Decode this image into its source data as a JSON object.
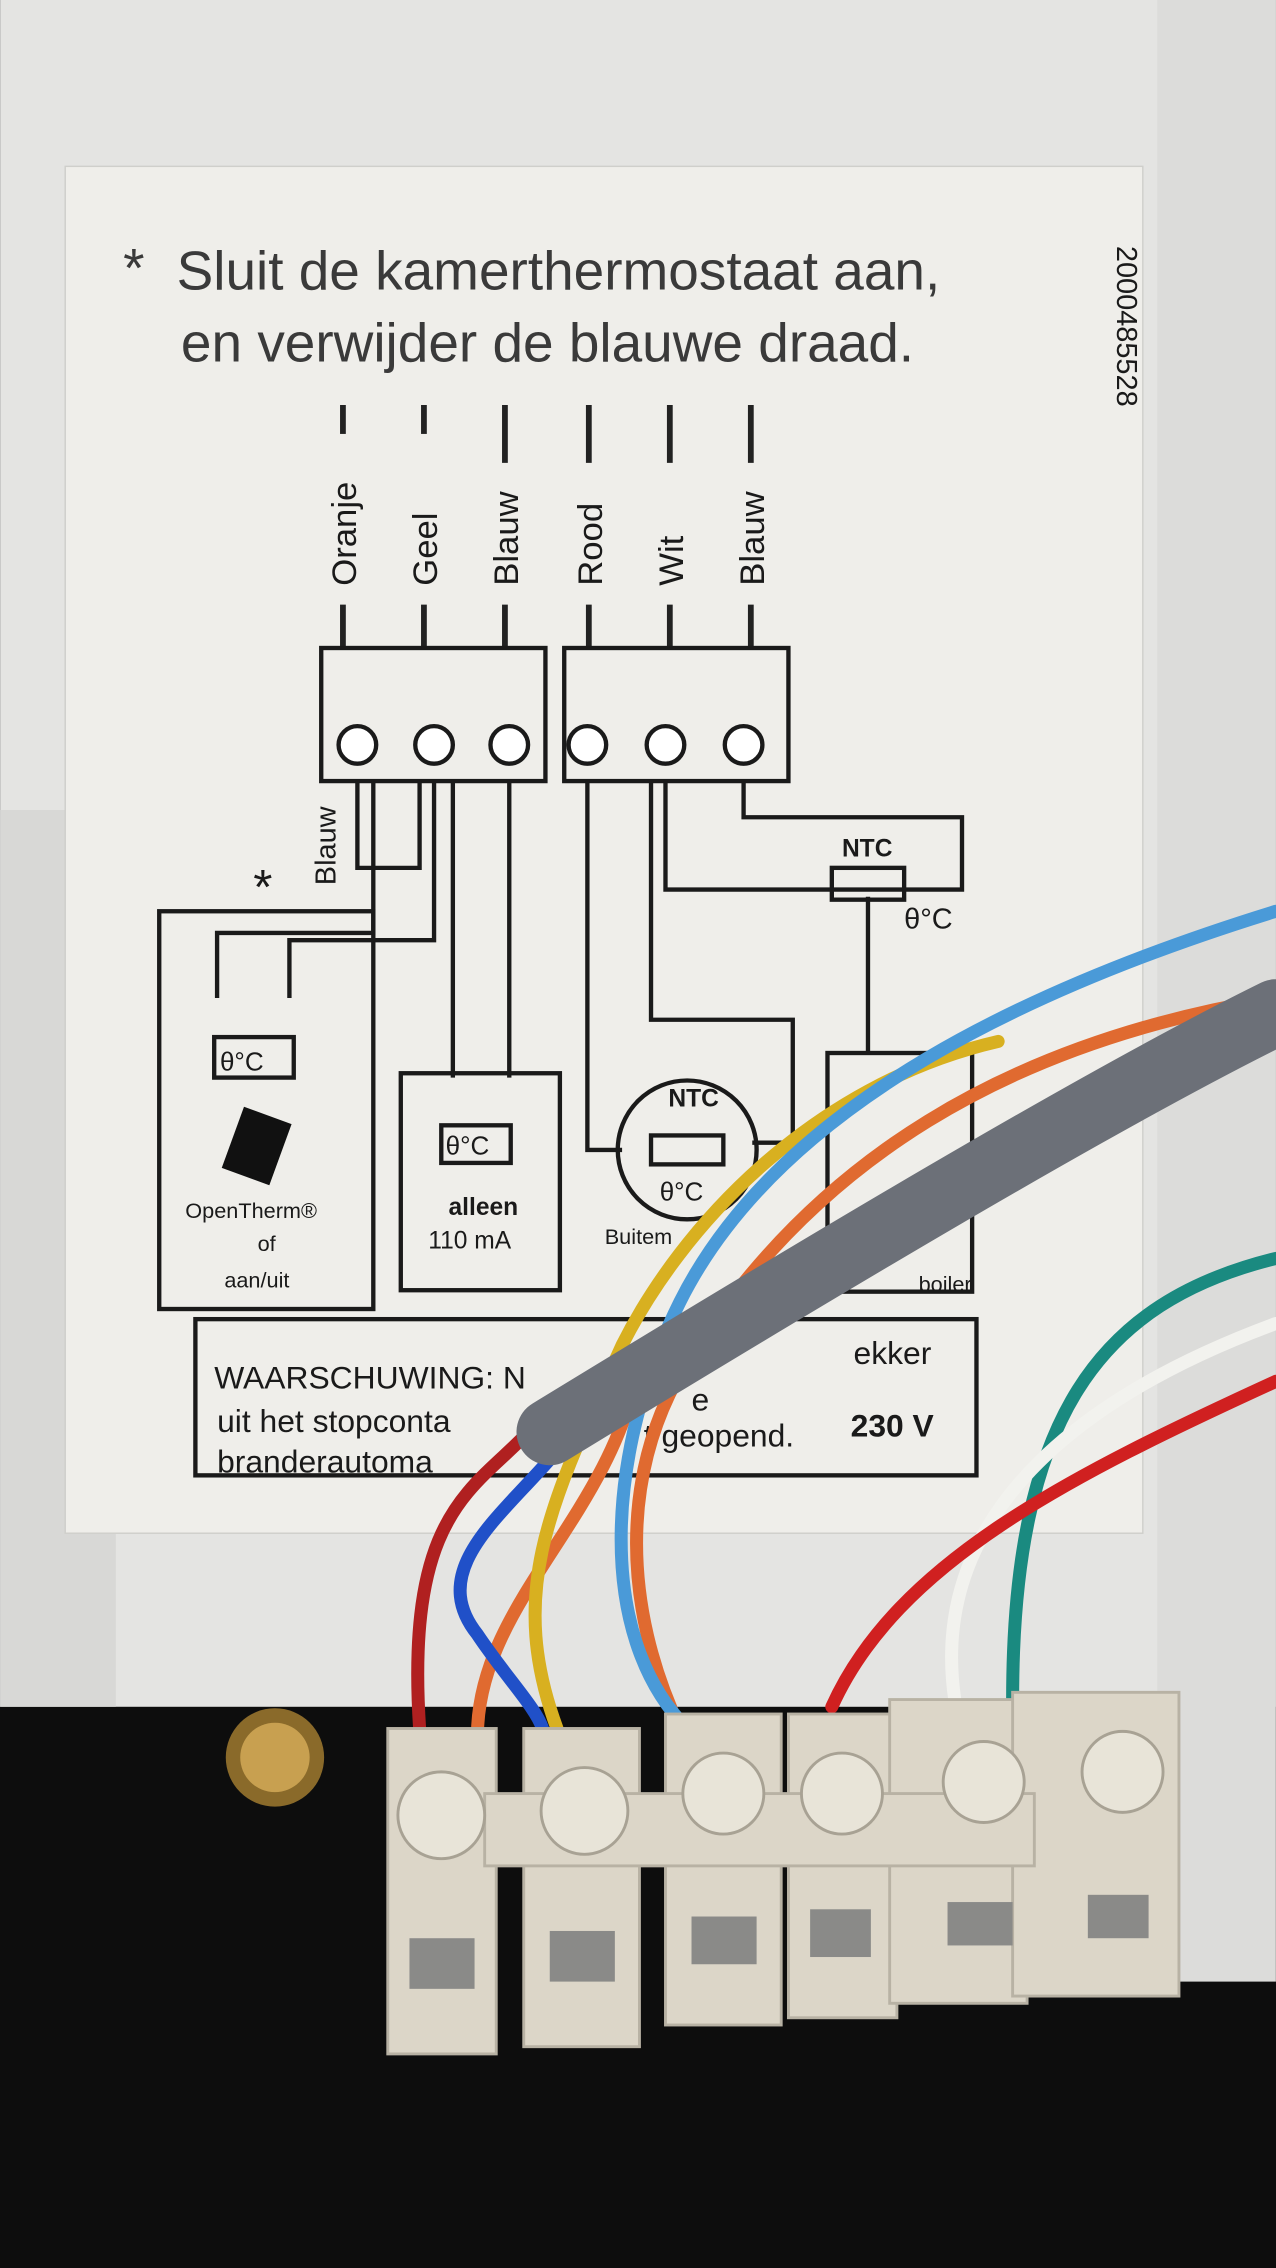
{
  "label": {
    "header_star": "*",
    "header_line1": "Sluit de kamerthermostaat aan,",
    "header_line2": "en verwijder de blauwe draad.",
    "serial": "2000485528",
    "wire_labels": [
      "Oranje",
      "Geel",
      "Blauw",
      "Rood",
      "Wit",
      "Blauw"
    ],
    "side_label": "Blauw",
    "side_star": "*",
    "ntc_top": "NTC",
    "theta_c": "θ°C",
    "opentherm": [
      "OpenTherm®",
      "of",
      "aan/uit"
    ],
    "alleen": [
      "alleen",
      "110 mA"
    ],
    "ntc_circle": "NTC",
    "buiten": "Buitem",
    "boiler": "boiler",
    "warning": {
      "l1a": "WAARSCHUWING: N",
      "l1b": "ekker",
      "l2a": "uit het stopconta",
      "l2b": "e",
      "l3a": "branderautoma",
      "l3b": "t geopend.",
      "voltage": "230 V"
    }
  },
  "colors": {
    "wall": "#e8e8e6",
    "label": "#efeeea",
    "terminal": "#dcd6c8",
    "cable": "#6c7078"
  }
}
